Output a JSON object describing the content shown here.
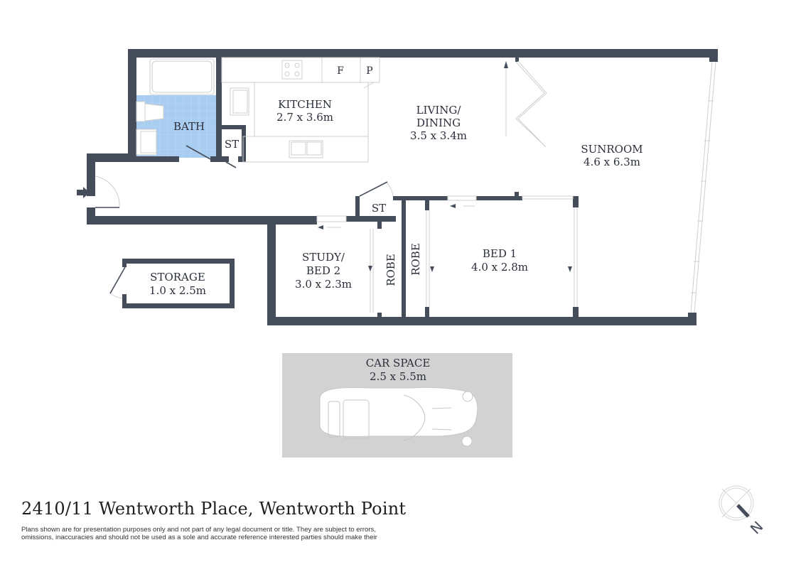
{
  "colors": {
    "wall": "#454c5a",
    "bath_tile": "#a8cdf0",
    "car_space_bg": "#d2d2d2",
    "fixture_line": "#cfcfcf",
    "text": "#2b2f3a"
  },
  "rooms": {
    "kitchen": {
      "name": "KITCHEN",
      "size": "2.7 x 3.6m"
    },
    "living": {
      "name_line1": "LIVING/",
      "name_line2": "DINING",
      "size": "3.5 x 3.4m"
    },
    "sunroom": {
      "name": "SUNROOM",
      "size": "4.6 x 6.3m"
    },
    "bath": {
      "name": "BATH"
    },
    "st_upper": {
      "name": "ST"
    },
    "st_lower": {
      "name": "ST"
    },
    "study": {
      "name_line1": "STUDY/",
      "name_line2": "BED 2",
      "size": "3.0 x 2.3m"
    },
    "robe_study": {
      "name": "ROBE"
    },
    "robe_bed1": {
      "name": "ROBE"
    },
    "bed1": {
      "name": "BED 1",
      "size": "4.0 x 2.8m"
    },
    "storage": {
      "name": "STORAGE",
      "size": "1.0 x 2.5m"
    },
    "car_space": {
      "name": "CAR SPACE",
      "size": "2.5 x 5.5m"
    }
  },
  "fixtures": {
    "fridge": "F",
    "pantry": "P"
  },
  "footer": {
    "address": "2410/11 Wentworth Place, Wentworth Point",
    "disclaimer": "Plans shown are for presentation purposes only and not part of any legal document or title. They are subject to errors, omissions, inaccuracies and should not be used as a sole and accurate reference interested parties should make their"
  },
  "compass": {
    "label": "N"
  }
}
